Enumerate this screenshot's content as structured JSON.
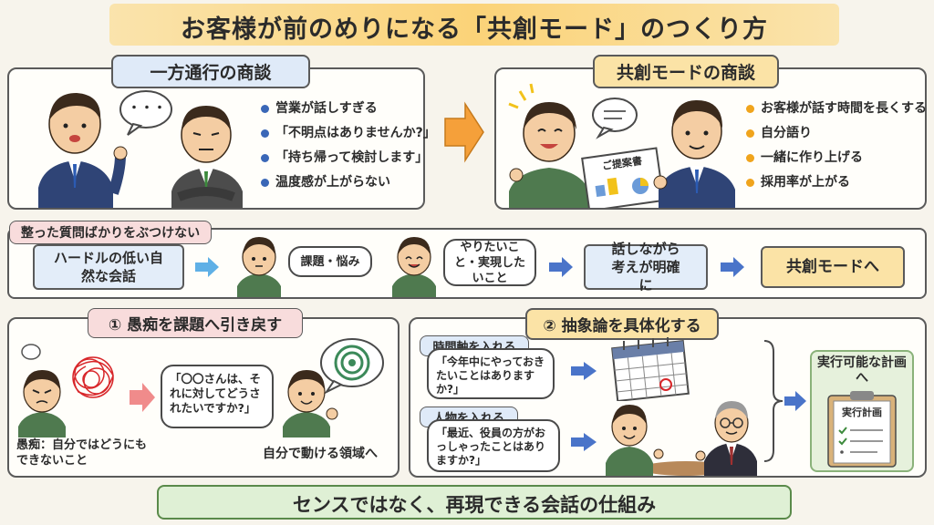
{
  "title": "お客様が前のめりになる「共創モード」のつくり方",
  "top_left": {
    "label": "一方通行の商談",
    "speech": "・・・",
    "bullets": [
      "営業が話しすぎる",
      "「不明点はありませんか?」",
      "「持ち帰って検討します」",
      "温度感が上がらない"
    ]
  },
  "top_right": {
    "label": "共創モードの商談",
    "doc_title": "ご提案書",
    "bullets": [
      "お客様が話す時間を長くする",
      "自分語り",
      "一緒に作り上げる",
      "採用率が上がる"
    ]
  },
  "flow": {
    "tag": "整った質問ばかりをぶつけない",
    "step1": "ハードルの低い自然な会話",
    "bubble1": "課題・悩み",
    "bubble2": "やりたいこと・実現したいこと",
    "step2": "話しながら考えが明確に",
    "step3": "共創モードへ"
  },
  "section1": {
    "label": "① 愚痴を課題へ引き戻す",
    "caption": "愚痴：自分ではどうにもできないこと",
    "quote": "「〇〇さんは、それに対してどうされたいですか?」",
    "result": "自分で動ける領域へ"
  },
  "section2": {
    "label": "② 抽象論を具体化する",
    "tag1": "時間軸を入れる",
    "quote1": "「今年中にやっておきたいことはありますか?」",
    "tag2": "人物を入れる",
    "quote2": "「最近、役員の方がおっしゃったことはありますか?」",
    "result_label": "実行可能な計画へ",
    "plan_title": "実行計画"
  },
  "bottom": "センスではなく、再現できる会話の仕組み",
  "colors": {
    "accent_blue": "#3a67b7",
    "accent_orange": "#f0a41c",
    "arrow_orange": "#f5a03a",
    "arrow_blue": "#4a74c9",
    "bottom_green": "#dff0d5"
  }
}
